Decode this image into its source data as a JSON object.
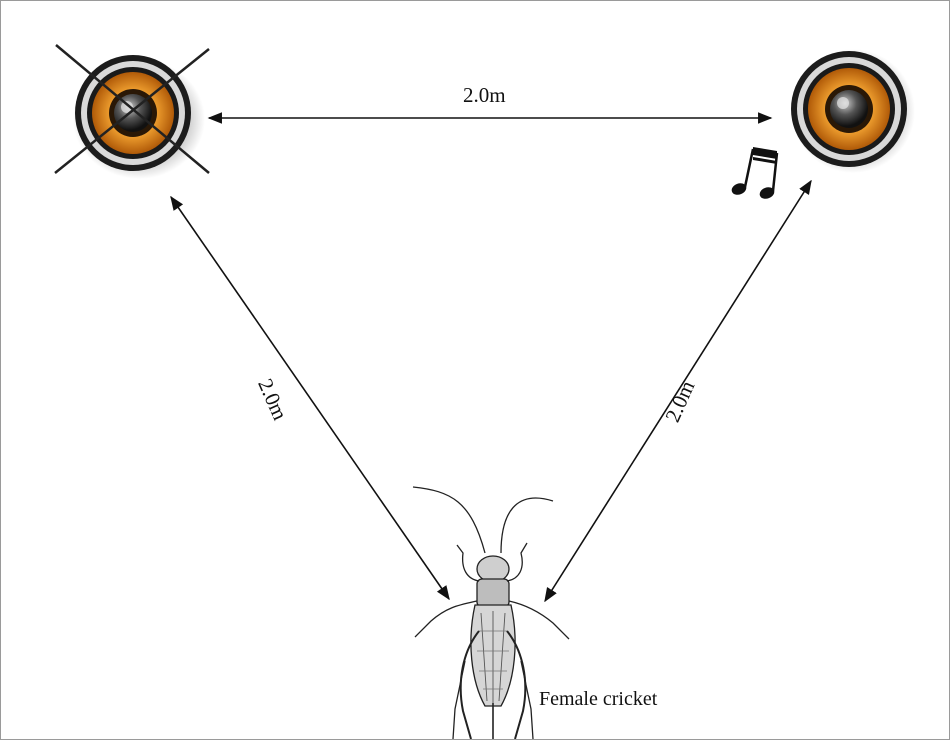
{
  "diagram": {
    "distances": {
      "top": "2.0m",
      "left": "2.0m",
      "right": "2.0m"
    },
    "cricket_label": "Female cricket",
    "colors": {
      "speaker_orange": "#e58a1a",
      "speaker_ring": "#2a2a2a",
      "line": "#111111"
    },
    "icons": {
      "left_speaker": "speaker-muted-icon",
      "right_speaker": "speaker-playing-icon",
      "music": "music-notes-icon",
      "cricket": "cricket-illustration"
    }
  }
}
